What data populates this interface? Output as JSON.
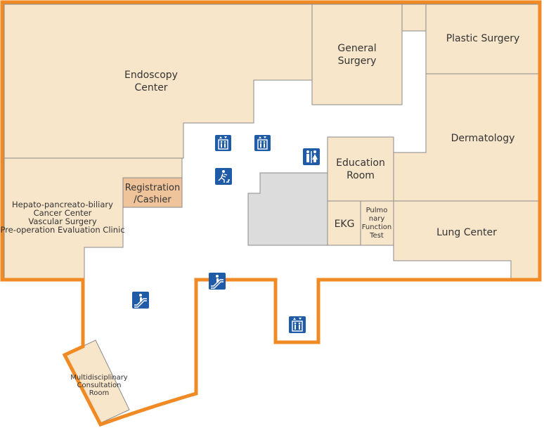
{
  "floor_map": {
    "rooms": {
      "endoscopy": [
        "Endoscopy",
        "Center"
      ],
      "general_surgery": [
        "General",
        "Surgery"
      ],
      "plastic_surgery": [
        "Plastic Surgery"
      ],
      "dermatology": [
        "Dermatology"
      ],
      "hepato": [
        "Hepato-pancreato-biliary",
        "Cancer Center",
        "Vascular Surgery",
        "Pre-operation Evaluation Clinic"
      ],
      "registration": [
        "Registration",
        "/Cashier"
      ],
      "education_room": [
        "Education",
        "Room"
      ],
      "ekg": [
        "EKG"
      ],
      "pulmonary": [
        "Pulmo",
        "nary",
        "Function",
        "Test"
      ],
      "lung_center": [
        "Lung Center"
      ],
      "multidisciplinary": [
        "Multidisciplinary",
        "Consultation",
        "Room"
      ]
    },
    "icons": [
      "elevator-icon",
      "elevator-icon",
      "restroom-icon",
      "emergency-exit-icon",
      "escalator-icon",
      "escalator-icon",
      "elevator-icon"
    ],
    "colors": {
      "room_fill": "#f8e6cb",
      "registration_fill": "#efc49a",
      "wall": "#f08a24",
      "icon_bg": "#1f5ba6",
      "void_fill": "#dcdcdc"
    }
  }
}
